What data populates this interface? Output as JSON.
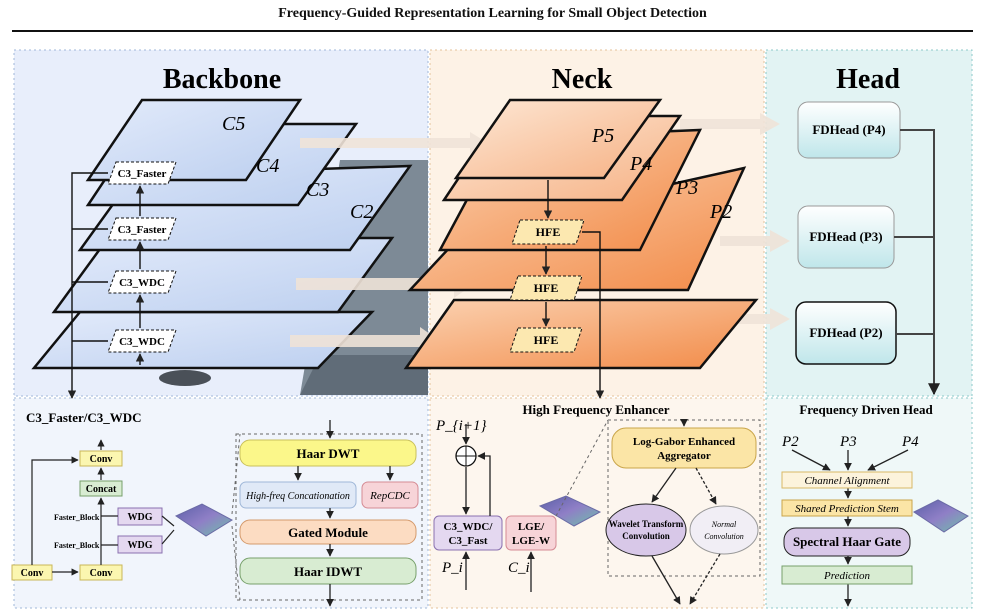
{
  "page": {
    "title": "Frequency-Guided Representation Learning for Small Object Detection"
  },
  "sections": {
    "backbone": "Backbone",
    "neck": "Neck",
    "head": "Head"
  },
  "backbone": {
    "layer_labels": [
      "C5",
      "C4",
      "C3",
      "C2"
    ],
    "blocks": [
      "C3_Faster",
      "C3_Faster",
      "C3_WDC",
      "C3_WDC"
    ]
  },
  "neck": {
    "layer_labels": [
      "P5",
      "P4",
      "P3",
      "P2"
    ],
    "blocks": [
      "HFE",
      "HFE",
      "HFE"
    ]
  },
  "head": {
    "blocks": [
      "FDHead (P4)",
      "FDHead (P3)",
      "FDHead (P2)"
    ]
  },
  "c3_panel": {
    "title": "C3_Faster/C3_WDC",
    "conv_top": "Conv",
    "concat": "Concat",
    "faster_block_1": "Faster_Block",
    "faster_block_2": "Faster_Block",
    "wdg_1": "WDG",
    "wdg_2": "WDG",
    "conv_left": "Conv",
    "conv_right": "Conv",
    "haar_dwt": "Haar DWT",
    "high_freq": "High-freq Concationation",
    "repcdc": "RepCDC",
    "gated": "Gated Module",
    "haar_idwt": "Haar IDWT"
  },
  "hfe_panel": {
    "title": "High Frequency Enhancer",
    "p_next": "P_{i+1}",
    "p_i": "P_i",
    "c_i": "C_i",
    "c3_block_line1": "C3_WDC/",
    "c3_block_line2": "C3_Fast",
    "lge_line1": "LGE/",
    "lge_line2": "LGE-W",
    "log_gabor_line1": "Log-Gabor Enhanced",
    "log_gabor_line2": "Aggregator",
    "wavelet_line1": "Wavelet Transform",
    "wavelet_line2": "Convolution",
    "normal_line1": "Normal",
    "normal_line2": "Convolution"
  },
  "head_panel": {
    "title": "Frequency Driven Head",
    "inputs": [
      "P2",
      "P3",
      "P4"
    ],
    "channel_alignment": "Channel Alignment",
    "shared_stem": "Shared Prediction Stem",
    "spectral_gate": "Spectral Haar Gate",
    "prediction": "Prediction"
  },
  "colors": {
    "backbone_bg": "#e8eefb",
    "neck_bg": "#fdf2e6",
    "head_bg": "#e2f3f3",
    "layer_blue": "#cfdcf6",
    "layer_orange": "#f6a66e",
    "yellow": "#fbf78a",
    "purple": "#e4d8f0",
    "pink": "#f7d4d8",
    "green": "#d8ecd2",
    "teal": "#d6efef"
  }
}
